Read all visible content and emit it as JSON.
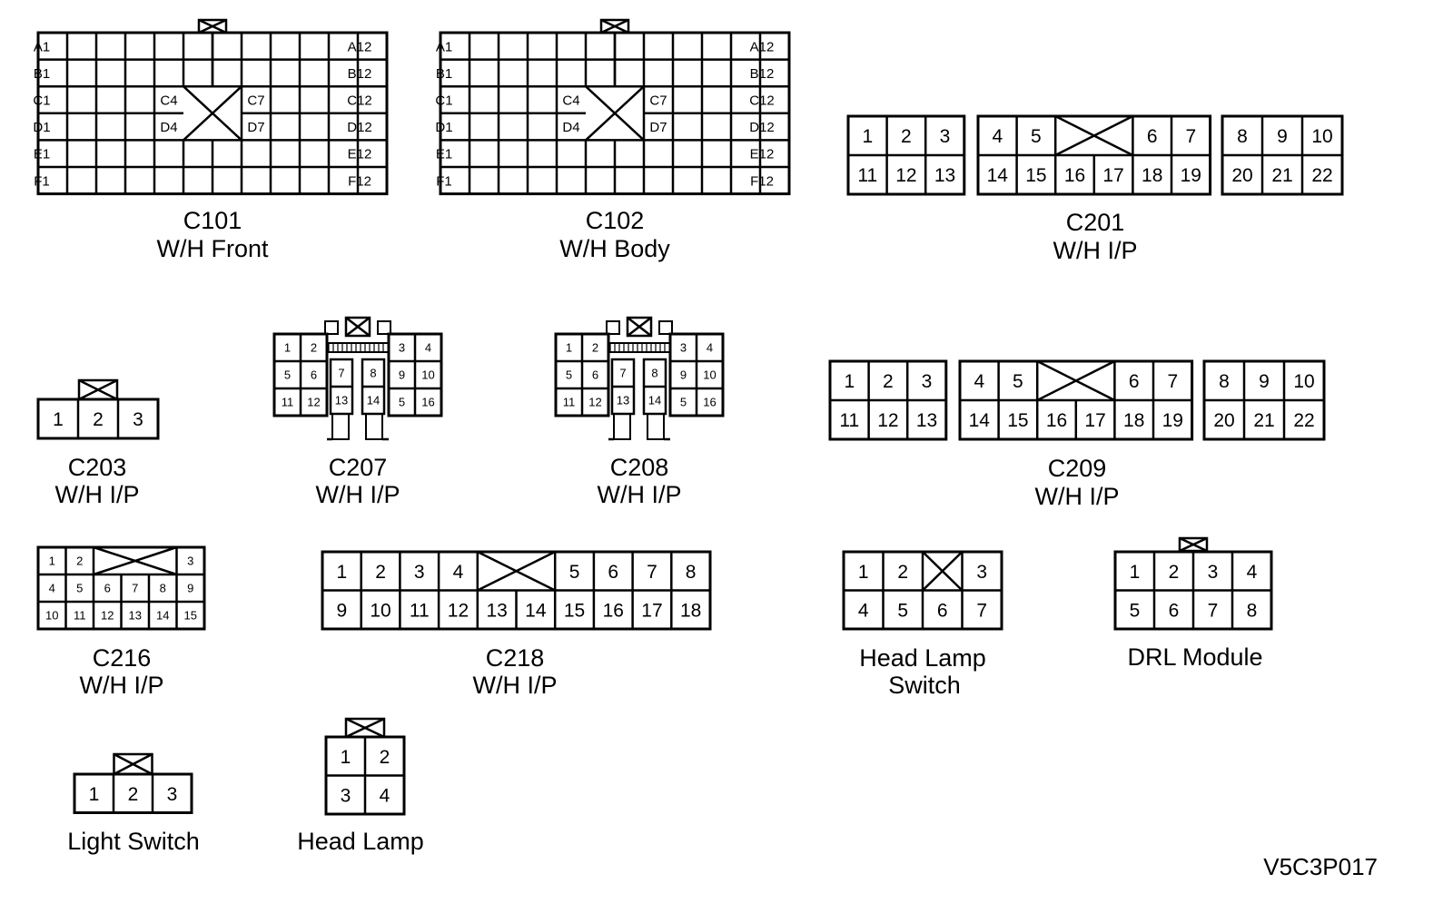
{
  "connectors": {
    "c101": {
      "name": "C101",
      "location": "W/H Front",
      "rows": [
        "A",
        "B",
        "C",
        "D",
        "E",
        "F"
      ],
      "labels": {
        "A1": "A1",
        "B1": "B1",
        "C1": "C1",
        "D1": "D1",
        "E1": "E1",
        "F1": "F1",
        "A12": "A12",
        "B12": "B12",
        "C12": "C12",
        "D12": "D12",
        "E12": "E12",
        "F12": "F12",
        "C4": "C4",
        "D4": "D4",
        "C7": "C7",
        "D7": "D7"
      }
    },
    "c102": {
      "name": "C102",
      "location": "W/H Body",
      "labels": {
        "A1": "A1",
        "B1": "B1",
        "C1": "C1",
        "D1": "D1",
        "E1": "E1",
        "F1": "F1",
        "A12": "A12",
        "B12": "B12",
        "C12": "C12",
        "D12": "D12",
        "E12": "E12",
        "F12": "F12",
        "C4": "C4",
        "D4": "D4",
        "C7": "C7",
        "D7": "D7"
      }
    },
    "c201": {
      "name": "C201",
      "location": "W/H I/P",
      "pins": [
        "1",
        "2",
        "3",
        "11",
        "12",
        "13",
        "4",
        "5",
        "6",
        "7",
        "14",
        "15",
        "16",
        "17",
        "18",
        "19",
        "8",
        "9",
        "10",
        "20",
        "21",
        "22"
      ]
    },
    "c203": {
      "name": "C203",
      "location": "W/H I/P",
      "pins": [
        "1",
        "2",
        "3"
      ]
    },
    "c207": {
      "name": "C207",
      "location": "W/H I/P",
      "pins": [
        "1",
        "2",
        "3",
        "4",
        "5",
        "6",
        "7",
        "8",
        "9",
        "10",
        "11",
        "12",
        "13",
        "14",
        "5",
        "16"
      ]
    },
    "c208": {
      "name": "C208",
      "location": "W/H I/P",
      "pins": [
        "1",
        "2",
        "3",
        "4",
        "5",
        "6",
        "7",
        "8",
        "9",
        "10",
        "11",
        "12",
        "13",
        "14",
        "5",
        "16"
      ]
    },
    "c209": {
      "name": "C209",
      "location": "W/H I/P",
      "pins": [
        "1",
        "2",
        "3",
        "11",
        "12",
        "13",
        "4",
        "5",
        "6",
        "7",
        "14",
        "15",
        "16",
        "17",
        "18",
        "19",
        "8",
        "9",
        "10",
        "20",
        "21",
        "22"
      ]
    },
    "c216": {
      "name": "C216",
      "location": "W/H I/P",
      "pins": [
        "1",
        "2",
        "3",
        "4",
        "5",
        "6",
        "7",
        "8",
        "9",
        "10",
        "11",
        "12",
        "13",
        "14",
        "15"
      ]
    },
    "c218": {
      "name": "C218",
      "location": "W/H I/P",
      "pins": [
        "1",
        "2",
        "3",
        "4",
        "5",
        "6",
        "7",
        "8",
        "9",
        "10",
        "11",
        "12",
        "13",
        "14",
        "15",
        "16",
        "17",
        "18"
      ]
    },
    "head_lamp_switch": {
      "line1": "Head Lamp",
      "line2": "Switch",
      "pins": [
        "1",
        "2",
        "3",
        "4",
        "5",
        "6",
        "7"
      ]
    },
    "drl_module": {
      "name": "DRL Module",
      "pins": [
        "1",
        "2",
        "3",
        "4",
        "5",
        "6",
        "7",
        "8"
      ]
    },
    "light_switch": {
      "name": "Light Switch",
      "pins": [
        "1",
        "2",
        "3"
      ]
    },
    "head_lamp": {
      "name": "Head Lamp",
      "pins": [
        "1",
        "2",
        "3",
        "4"
      ]
    }
  },
  "figure_ref": "V5C3P017",
  "colors": {
    "ink": "#000000",
    "background": "#ffffff"
  }
}
